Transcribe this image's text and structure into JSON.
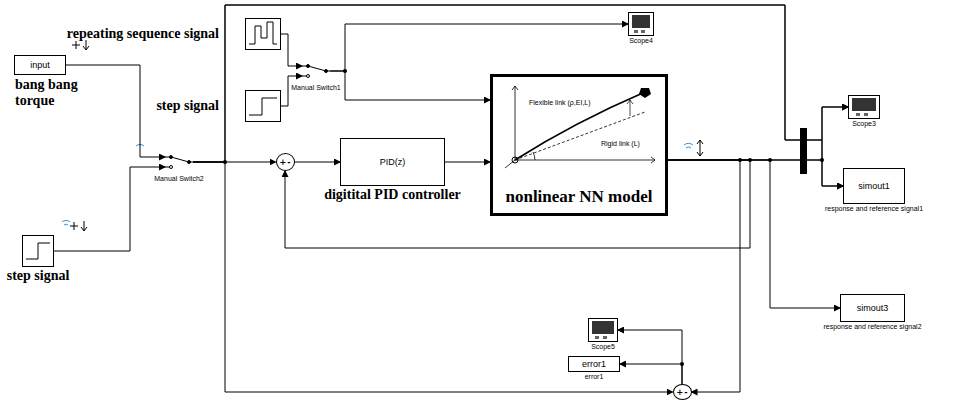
{
  "diagram": {
    "nodes": [
      {
        "text": [
          "input",
          "bang bang torque"
        ]
      },
      {
        "text": [
          "step signal"
        ]
      },
      {
        "text": [
          "Manual Switch2"
        ]
      },
      {
        "text": [
          "repeating sequence signal"
        ]
      },
      {
        "text": [
          "step signal"
        ]
      },
      {
        "text": [
          "Manual Switch1"
        ]
      },
      {
        "text": [
          "Scope4"
        ]
      },
      {
        "text": [
          "+",
          "-"
        ]
      },
      {
        "text": [
          "PID(z)",
          "digitital PID controller"
        ]
      },
      {
        "text": [
          "nonlinear NN model"
        ]
      },
      {
        "text": [
          "Scope3"
        ]
      },
      {
        "text": [
          "simout1",
          "response and reference signal1"
        ]
      },
      {
        "text": [
          "simout3",
          "response and reference signal2"
        ]
      },
      {
        "text": [
          "Scope5"
        ]
      },
      {
        "text": [
          "error1",
          "error1"
        ]
      },
      {
        "text": [
          "+",
          "-"
        ]
      }
    ],
    "edges": [
      {
        "from": 0,
        "to": 2,
        "arrow": "to"
      },
      {
        "from": 1,
        "to": 2,
        "arrow": "to"
      },
      {
        "from": 2,
        "to": 7,
        "arrow": "to"
      },
      {
        "from": 2,
        "to": 10,
        "arrow": "to"
      },
      {
        "from": 2,
        "to": 11,
        "arrow": "to"
      },
      {
        "from": 2,
        "to": 15,
        "arrow": "to"
      },
      {
        "from": 7,
        "to": 8,
        "arrow": "to"
      },
      {
        "from": 8,
        "to": 9,
        "arrow": "to"
      },
      {
        "from": 3,
        "to": 5,
        "arrow": "to"
      },
      {
        "from": 4,
        "to": 5,
        "arrow": "to"
      },
      {
        "from": 5,
        "to": 6,
        "arrow": "to"
      },
      {
        "from": 5,
        "to": 9,
        "arrow": "to"
      },
      {
        "from": 9,
        "to": 10,
        "arrow": "to"
      },
      {
        "from": 9,
        "to": 11,
        "arrow": "to"
      },
      {
        "from": 9,
        "to": 7,
        "arrow": "to"
      },
      {
        "from": 9,
        "to": 12,
        "arrow": "to"
      },
      {
        "from": 9,
        "to": 15,
        "arrow": "to"
      },
      {
        "from": 15,
        "to": 13,
        "arrow": "to"
      },
      {
        "from": 15,
        "to": 14,
        "arrow": "to"
      }
    ],
    "labels": [
      "Flexible link (ρ,EI,L)",
      "Rigid link (L)"
    ]
  }
}
